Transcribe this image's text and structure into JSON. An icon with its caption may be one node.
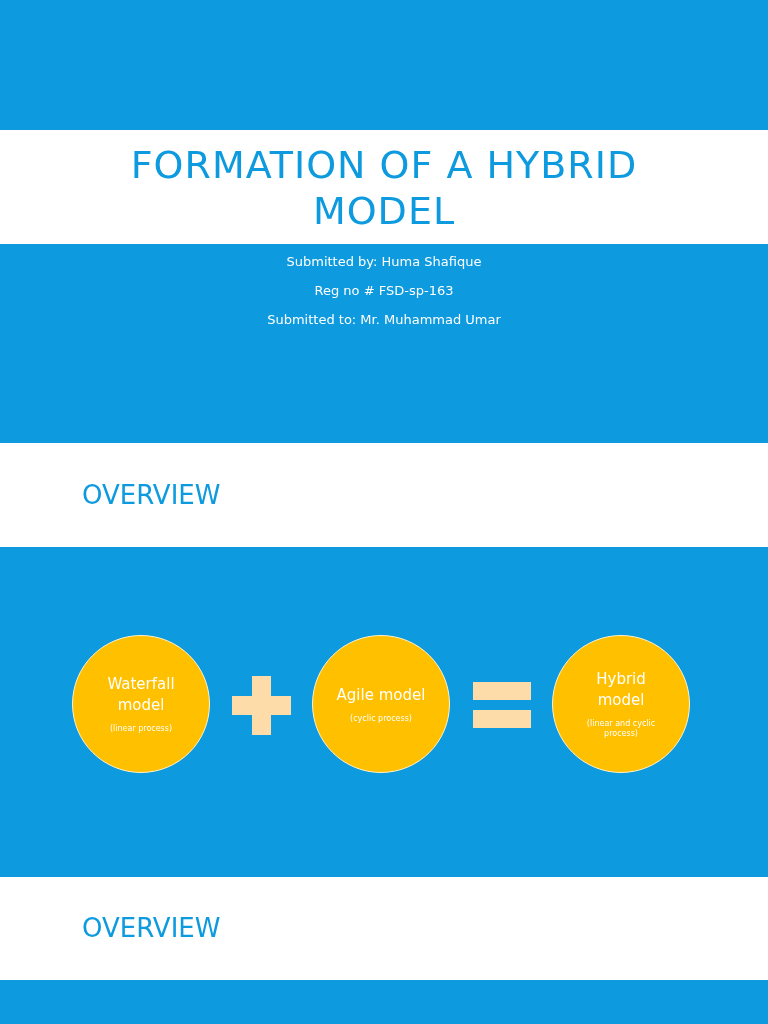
{
  "diagram": {
    "title": "FORMATION OF A HYBRID MODEL",
    "nodes": [
      {
        "text": [
          "Waterfall model",
          "(linear process)"
        ]
      },
      {
        "text": [
          "Agile model",
          "(cyclic process)"
        ]
      },
      {
        "text": [
          "Hybrid model",
          "(linear and cyclic process)"
        ]
      }
    ],
    "labels": [
      "Submitted by: Huma Shafique",
      "Reg no # FSD-sp-163",
      "Submitted to: Mr. Muhammad Umar",
      "OVERVIEW",
      "OVERVIEW"
    ]
  }
}
